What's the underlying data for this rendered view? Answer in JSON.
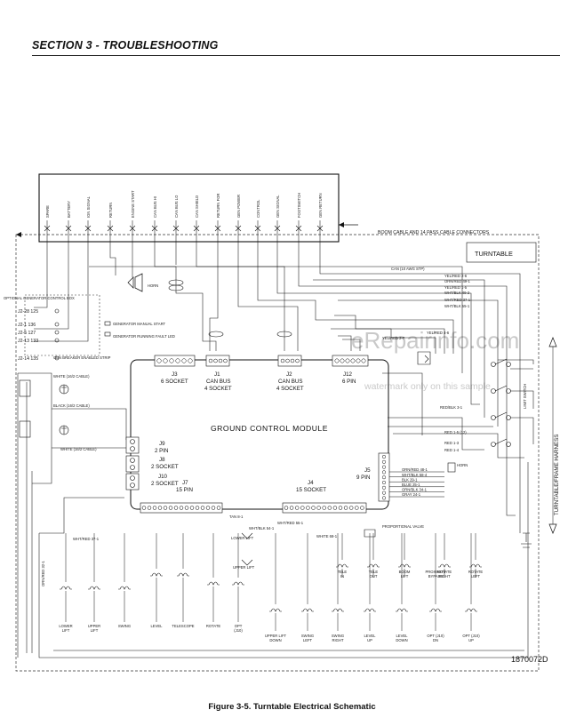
{
  "page": {
    "section_title": "SECTION 3 - TROUBLESHOOTING",
    "figure_caption": "Figure 3-5.  Turntable Electrical Schematic",
    "drawing_number": "1870072D"
  },
  "watermark": {
    "line1": "eRepairinfo.com",
    "line2": "watermark only on this sample"
  },
  "schematic": {
    "top_connector_labels": [
      "SPARE",
      "BATTERY",
      "IGN SIGNAL",
      "RETURN",
      "ENGINE START",
      "CAN BUS HI",
      "CAN BUS LO",
      "CAN SHIELD",
      "RETURN FOR",
      "GEN POWER",
      "CONTROL",
      "GEN SIGNAL",
      "FOOTSWITCH",
      "GEN RETURN"
    ],
    "boom_cable": "BOOM CABLE AND 14 PASS CABLE CONNECTORS",
    "turntable": "TURNTABLE",
    "turntable_frame_harness": "TURNTABLE/FRAME HARNESS",
    "generator_box": "OPTIONAL GENERATOR CONTROL BOX",
    "gen_pins": [
      "J2-28 125",
      "J2-1 136",
      "J2-5 127",
      "J2-13 133",
      "J2-14 135"
    ],
    "generator_labels": [
      "GENERATOR MANUAL START",
      "GENERATOR RUNNING FAULT LED",
      "GEN BREAKER ENABLED STRIP"
    ],
    "horn": "HORN",
    "module_title": "GROUND CONTROL MODULE",
    "connectors": {
      "j3": "J3",
      "j3_desc": "6 SOCKET",
      "j1": "J1",
      "j1_desc": "CAN BUS",
      "j1_desc2": "4 SOCKET",
      "j2": "J2",
      "j2_desc": "CAN BUS",
      "j2_desc2": "4 SOCKET",
      "j12": "J12",
      "j12_desc": "6 PIN",
      "j9": "J9",
      "j9_desc": "2 PIN",
      "j8": "J8",
      "j8_desc": "2 SOCKET",
      "j10": "J10",
      "j10_desc": "2 SOCKET",
      "j7": "J7",
      "j7_desc": "15 PIN",
      "j4": "J4",
      "j4_desc": "15 SOCKET",
      "j5": "J5",
      "j5_desc": "9 PIN"
    },
    "right_wire_labels": [
      "CAN (10 AWG STP)",
      "YEL/RED 2-6",
      "ORN/RED 49-1",
      "YEL/RED 1-5",
      "WHT/BLK 49-2",
      "WHT/RED 37-1",
      "WHT/BLK 55-1",
      "YEL/RED 2-7",
      "YEL/RED 4-6",
      "RED 1-3",
      "RED 1-4",
      "RED 1-5 (12)",
      "RED/BLK 3-1"
    ],
    "limit_switch": "LIMIT SWITCH",
    "j5_wires": [
      "ORN/RED 48-1",
      "WHT/BLK 58-4",
      "BLK 29-1",
      "BLUE 25-1",
      "ORN/BLK 34-1",
      "GRAY 24-1"
    ],
    "bottom_functions": [
      "LOWER LIFT",
      "UPPER LIFT",
      "SWING",
      "LEVEL",
      "TELESCOPE",
      "ROTATE",
      "OPT (J10)",
      "TELE IN",
      "TELE OUT",
      "BOOM LIFT",
      "PROXIMITY BYPASS",
      "ROTATE RIGHT",
      "ROTATE LEFT",
      "UPPER LIFT DOWN",
      "SWING LEFT",
      "SWING RIGHT",
      "LEVEL UP",
      "LEVEL DOWN",
      "OPT (J10) DN",
      "OPT (J10) UP"
    ],
    "center_labels": [
      "TAN 8-1",
      "WHT/BLK 54-1",
      "WHT/RED 55-1",
      "WHITE 68-1",
      "PROPORTIONAL VALVE",
      "LOWER LIFT",
      "UPPER LIFT"
    ],
    "left_vertical_wires": [
      "ORN/RED 32-1",
      "WHT/RED 37-1"
    ],
    "cable_labels": [
      "WHITE (16/2 CABLE)",
      "BLACK (16/2 CABLE)",
      "WHITE (16/2 CABLE)"
    ]
  }
}
